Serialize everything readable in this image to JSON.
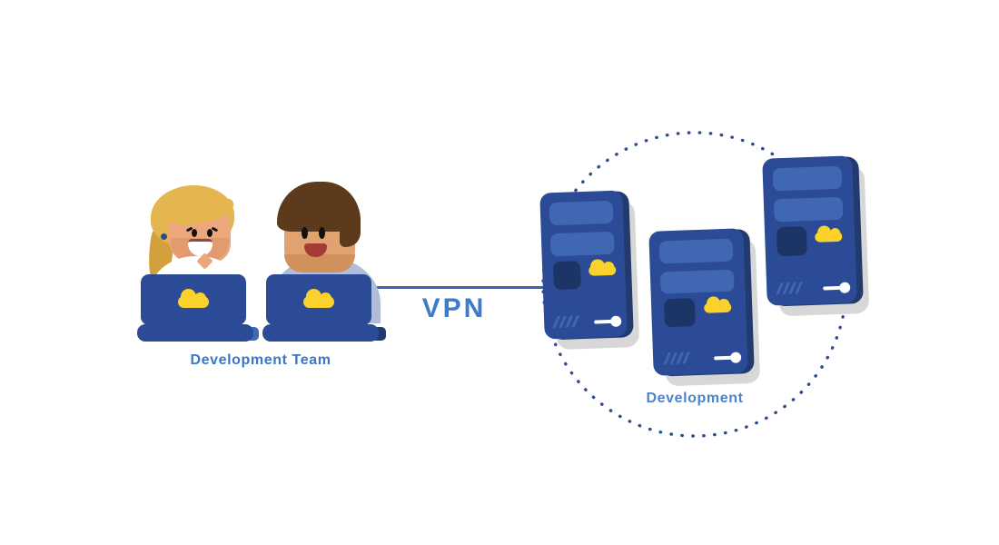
{
  "diagram": {
    "team": {
      "label": "Development Team",
      "people": [
        "developer-woman",
        "developer-man"
      ],
      "device": "laptop-with-cloud-logo",
      "laptop_count": 2
    },
    "vpn": {
      "label": "VPN",
      "style": "solid-connector-line"
    },
    "servers": {
      "label": "Development",
      "count": 3,
      "boundary": "dotted-circle"
    }
  },
  "icons": {
    "cloud": "css-cloud-shape",
    "power_toggle": "white-line-with-round-knob",
    "vents": "four-diagonal-stripes"
  },
  "colors": {
    "primary_blue": "#2b4b96",
    "panel_blue": "#4068b2",
    "navy": "#1d3566",
    "dark_back": "#223a6e",
    "tab_light": "#4367b0",
    "cloud_yellow": "#fbd12c",
    "shadow_gray": "#d7d7d7",
    "line_blue": "#3e63a8",
    "dot_blue": "#2c4d93",
    "label_blue": "#3b76c5",
    "label2_blue": "#4d83cb",
    "vpn_blue": "#3d7cc9",
    "skin_woman": "#eca87c",
    "skin_woman_dark": "#e29a6f",
    "skin_man": "#e1a271",
    "skin_man_dark": "#d0915c",
    "hair_blonde": "#e5b64f",
    "hair_blonde_dark": "#d2a13e",
    "hair_brown": "#5d3a1b",
    "shirt_man": "#b1bcd9",
    "mouth_red": "#a23c35",
    "smile_line": "#8e4744",
    "earring_blue": "#2b4a8f",
    "eye_black": "#14120f"
  }
}
